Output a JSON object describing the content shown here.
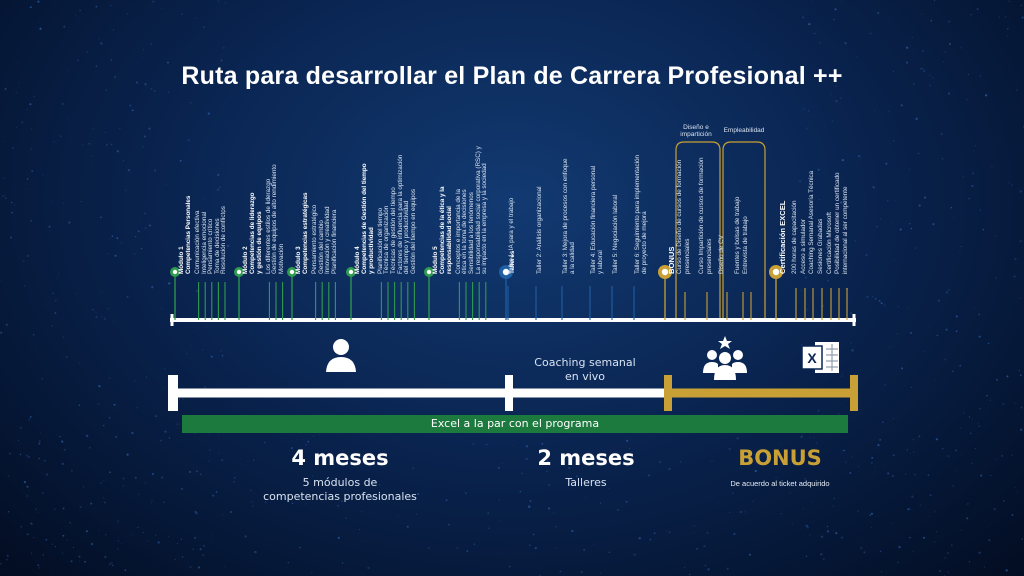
{
  "title": "Ruta para desarrollar el Plan de Carrera Profesional ++",
  "colors": {
    "module_green": "#2f9b4e",
    "taller_blue": "#1f5fa3",
    "bonus_gold": "#c9a035",
    "progress_green": "#1d7a3e",
    "timeline_white": "#ffffff"
  },
  "timeline": {
    "groups": [
      {
        "type": "module",
        "header": [
          "Módulo 1",
          "Competencias Personales"
        ],
        "items": [
          "Comunicación efectiva",
          "Inteligencia emocional",
          "Pensamiento crítico",
          "Toma de decisiones",
          "Resolución de conflictos"
        ]
      },
      {
        "type": "module",
        "header": [
          "Módulo 2",
          "Competencias de liderazgo",
          "y gestión de equipos"
        ],
        "items": [
          "Los diferentes estilos de liderazgo",
          "Gestión de equipos de alto rendimiento",
          "Motivación"
        ]
      },
      {
        "type": "module",
        "header": [
          "Módulo 3",
          "Competencias estratégicas"
        ],
        "items": [
          "Pensamiento estratégico",
          "Gestión del cambio",
          "Innovación y creatividad",
          "Planificación financiera"
        ]
      },
      {
        "type": "module",
        "header": [
          "Módulo 4",
          "Competencias de Gestión del tiempo",
          "y productividad"
        ],
        "items": [
          "Planificación del tiempo",
          "Técnica de organización",
          "Técnicas de gestión del tiempo",
          "Factores de influencia para la optimización",
          "del tiempo y productividad",
          "Gestión del tiempo en equipos"
        ]
      },
      {
        "type": "module",
        "header": [
          "Módulo 5",
          "Competencias de la ética y la",
          "responsabilidad social"
        ],
        "items": [
          "Conceptos e importancia de la",
          "ética en la toma de decisiones",
          "Sensibilidad a los fenómenos",
          "La responsabilidad social corporativa (RSC) y",
          "su impacto en la empresa y la sociedad"
        ]
      },
      {
        "type": "taller",
        "header": [
          "Talleres"
        ],
        "items": [
          "Taller 1: IA para y el trabajo",
          "Taller 2: Análisis organizacional",
          "Taller 3: Mejora de procesos con enfoque",
          "a la calidad",
          "Taller 4: Educación financiera personal",
          "y laboral",
          "Taller 5: Negociación laboral",
          "Taller 6: Seguimiento para implementación",
          "de proyecto de mejora"
        ]
      },
      {
        "type": "bonus",
        "header": [
          "BONUS"
        ],
        "items": [
          "Curso de Diseño de cursos de formación",
          "presenciales",
          "Curso Impartición de cursos de formación",
          "presenciales",
          "Diseño de CV",
          "Fuentes y bolsas de trabajo",
          "Entrevista de trabajo"
        ]
      },
      {
        "type": "bonus",
        "header": [
          "Certificación EXCEL"
        ],
        "items": [
          "200 horas de capacitación",
          "Acceso a simulador",
          "Coaching Semanal Asesoría Técnica",
          "Sesiones Grabadas",
          "Certificación Microsoft",
          "Posibilidad de obtener un certificado",
          "internacional al ser competente"
        ]
      }
    ],
    "brackets": {
      "design": [
        "Diseño e",
        "impartición"
      ],
      "employability": [
        "Empleabilidad"
      ]
    }
  },
  "progress": {
    "coaching": [
      "Coaching semanal",
      "en vivo"
    ],
    "excel_bar": "Excel a la par con el programa"
  },
  "phases": [
    {
      "big": "4 meses",
      "sub": [
        "5 módulos de",
        "competencias profesionales"
      ]
    },
    {
      "big": "2 meses",
      "sub": [
        "Talleres"
      ]
    },
    {
      "big": "BONUS",
      "sub": [
        "De acuerdo al ticket adquirido"
      ]
    }
  ],
  "icons": [
    "person-icon",
    "team-star-icon",
    "excel-icon"
  ]
}
